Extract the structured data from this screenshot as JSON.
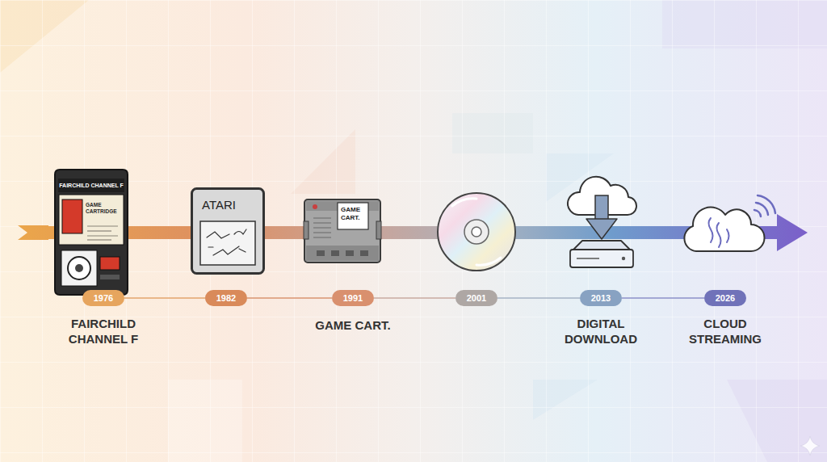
{
  "diagram": {
    "nodes": [
      {
        "text": [
          "FAIRCHILD CHANNEL F",
          "GAME CARTRIDGE"
        ]
      },
      {
        "text": [
          "ATARI"
        ]
      },
      {
        "text": [
          "GAME CART."
        ]
      },
      {
        "text": [
          "1976"
        ]
      },
      {
        "text": [
          "1982"
        ]
      },
      {
        "text": [
          "1991"
        ]
      },
      {
        "text": [
          "2001"
        ]
      },
      {
        "text": [
          "2013"
        ]
      },
      {
        "text": [
          "2026"
        ]
      }
    ],
    "edges": [
      {
        "from": 3,
        "to": 4,
        "arrow": "none"
      },
      {
        "from": 4,
        "to": 5,
        "arrow": "none"
      },
      {
        "from": 5,
        "to": 6,
        "arrow": "none"
      },
      {
        "from": 6,
        "to": 7,
        "arrow": "none"
      },
      {
        "from": 7,
        "to": 8,
        "arrow": "none"
      }
    ],
    "labels": [
      "FAIRCHILD CHANNEL F",
      "GAME CART.",
      "DIGITAL DOWNLOAD",
      "CLOUD STREAMING"
    ]
  }
}
